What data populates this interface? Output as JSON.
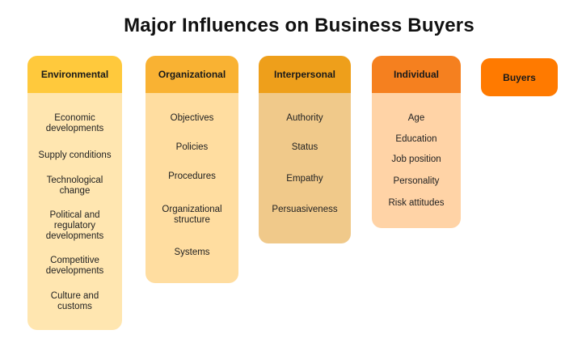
{
  "title": "Major Influences on Business Buyers",
  "columns": {
    "environmental": {
      "label": "Environmental",
      "items": [
        "Economic developments",
        "Supply conditions",
        "Technological change",
        "Political and regulatory developments",
        "Competitive developments",
        "Culture and customs"
      ]
    },
    "organizational": {
      "label": "Organizational",
      "items": [
        "Objectives",
        "Policies",
        "Procedures",
        "Organizational structure",
        "Systems"
      ]
    },
    "interpersonal": {
      "label": "Interpersonal",
      "items": [
        "Authority",
        "Status",
        "Empathy",
        "Persuasiveness"
      ]
    },
    "individual": {
      "label": "Individual",
      "items": [
        "Age",
        "Education",
        "Job position",
        "Personality",
        "Risk attitudes"
      ]
    },
    "buyers": {
      "label": "Buyers"
    }
  },
  "colors": {
    "environmental_header": "#FFC93C",
    "environmental_body": "#FFE6B0",
    "organizational_header": "#F9B233",
    "organizational_body": "#FFDDA0",
    "interpersonal_header": "#EE9F1B",
    "interpersonal_body": "#F0C98A",
    "individual_header": "#F5801F",
    "individual_body": "#FFD3A6",
    "buyers": "#FF7A00"
  }
}
